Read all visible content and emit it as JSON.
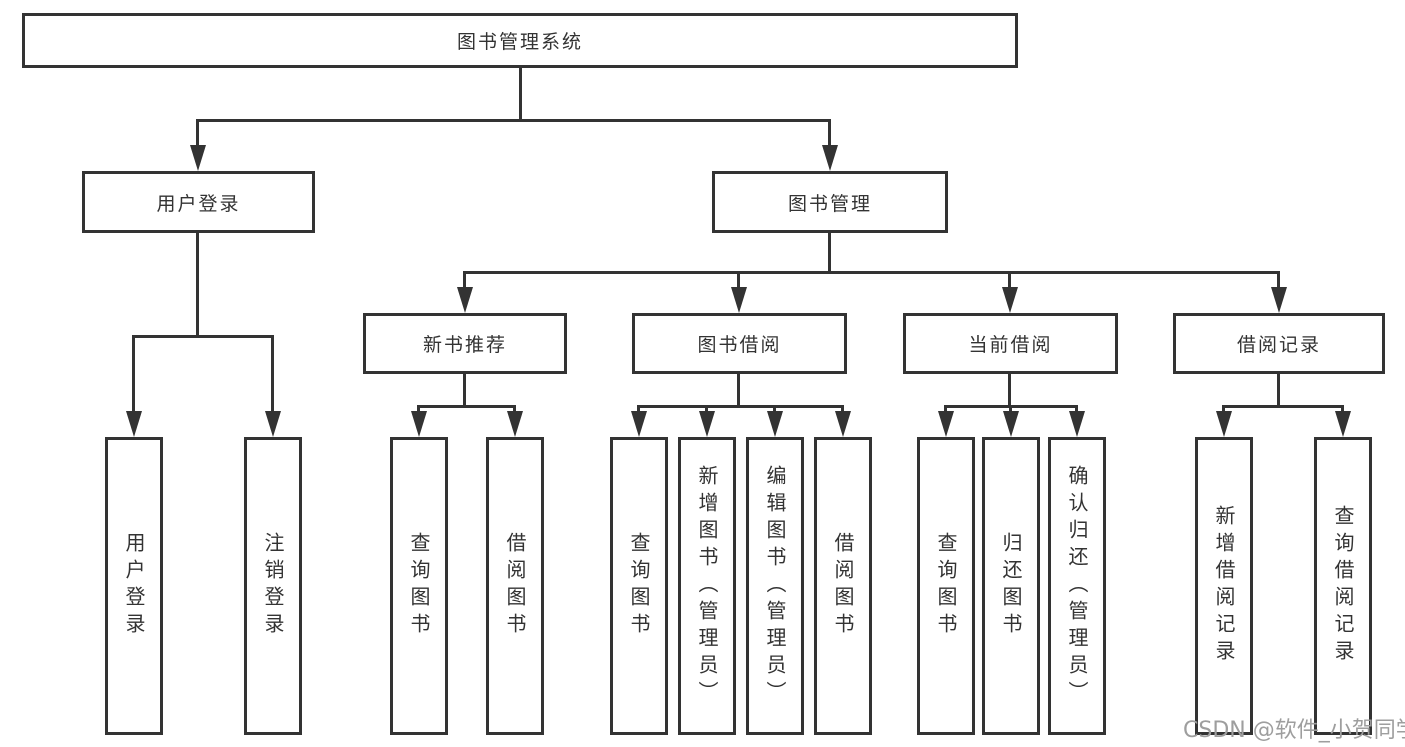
{
  "diagram": {
    "title_node": "图书管理系统",
    "level2": {
      "user_login": "用户登录",
      "book_management": "图书管理"
    },
    "level3": {
      "new_book_recommend": "新书推荐",
      "book_borrowing": "图书借阅",
      "current_borrowing": "当前借阅",
      "borrowing_records": "借阅记录"
    },
    "leaves": {
      "user_login": [
        "用户登录",
        "注销登录"
      ],
      "new_book_recommend": [
        "查询图书",
        "借阅图书"
      ],
      "book_borrowing": [
        "查询图书",
        "新增图书（管理员）",
        "编辑图书（管理员）",
        "借阅图书"
      ],
      "current_borrowing": [
        "查询图书",
        "归还图书",
        "确认归还（管理员）"
      ],
      "borrowing_records": [
        "新增借阅记录",
        "查询借阅记录"
      ]
    }
  },
  "watermark": {
    "text": "CSDN @软件_小贺同学"
  },
  "colors": {
    "line": "#333333",
    "text": "#333333",
    "watermark": "#9e9e9e",
    "background": "#ffffff"
  }
}
